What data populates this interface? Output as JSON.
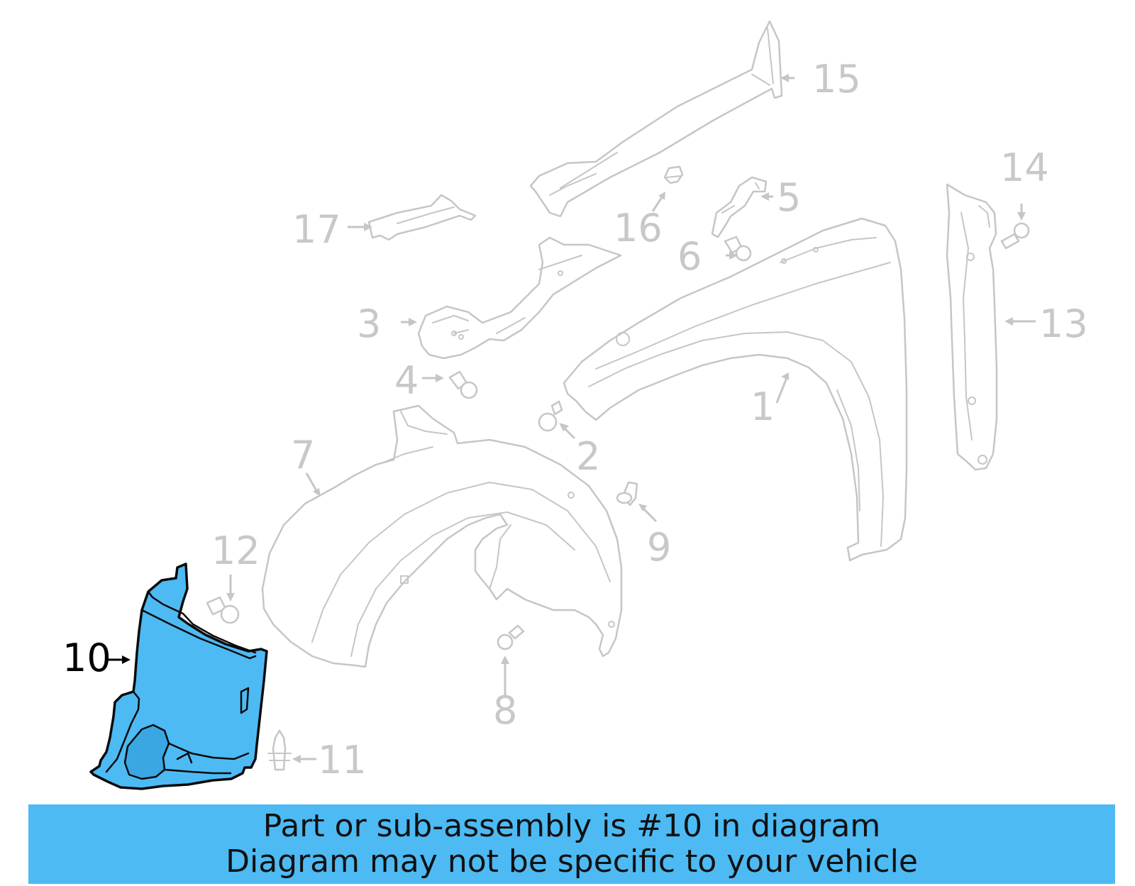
{
  "diagram": {
    "highlighted_part": "10",
    "callouts": [
      {
        "id": "1",
        "label": "1"
      },
      {
        "id": "2",
        "label": "2"
      },
      {
        "id": "3",
        "label": "3"
      },
      {
        "id": "4",
        "label": "4"
      },
      {
        "id": "5",
        "label": "5"
      },
      {
        "id": "6",
        "label": "6"
      },
      {
        "id": "7",
        "label": "7"
      },
      {
        "id": "8",
        "label": "8"
      },
      {
        "id": "9",
        "label": "9"
      },
      {
        "id": "10",
        "label": "10"
      },
      {
        "id": "11",
        "label": "11"
      },
      {
        "id": "12",
        "label": "12"
      },
      {
        "id": "13",
        "label": "13"
      },
      {
        "id": "14",
        "label": "14"
      },
      {
        "id": "15",
        "label": "15"
      },
      {
        "id": "16",
        "label": "16"
      },
      {
        "id": "17",
        "label": "17"
      }
    ]
  },
  "colors": {
    "highlight": "#4dbaf4",
    "banner": "#4dbaf4",
    "line": "#c6c6c6",
    "active_label": "#000000"
  },
  "banner": {
    "line1": "Part or sub-assembly is #10 in diagram",
    "line2": "Diagram may not be specific to your vehicle"
  }
}
